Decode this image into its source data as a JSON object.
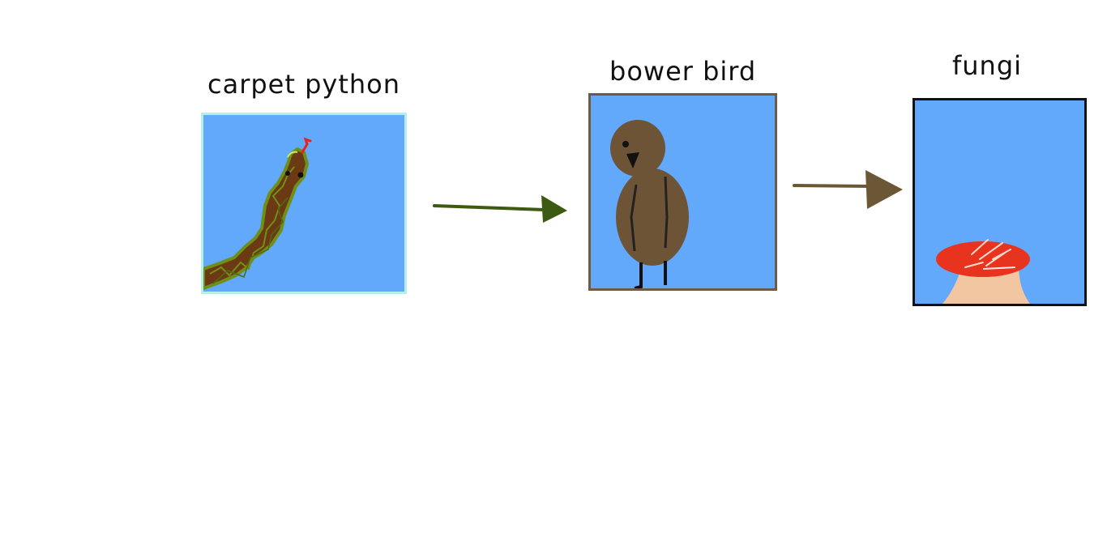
{
  "nodes": [
    {
      "id": "carpet-python",
      "label": "carpet python"
    },
    {
      "id": "bower-bird",
      "label": "bower bird"
    },
    {
      "id": "fungi",
      "label": "fungi"
    }
  ],
  "edges": [
    {
      "from": "carpet-python",
      "to": "bower-bird",
      "color": "#3d5a12"
    },
    {
      "from": "bower-bird",
      "to": "fungi",
      "color": "#6b5635"
    }
  ],
  "colors": {
    "panel_background": "#62a8fb",
    "snake_body": "#6b3a14",
    "snake_outline": "#6f8f18",
    "bird_body": "#6e5436",
    "mushroom_cap": "#e8331f",
    "mushroom_stem": "#f2c6a0"
  }
}
